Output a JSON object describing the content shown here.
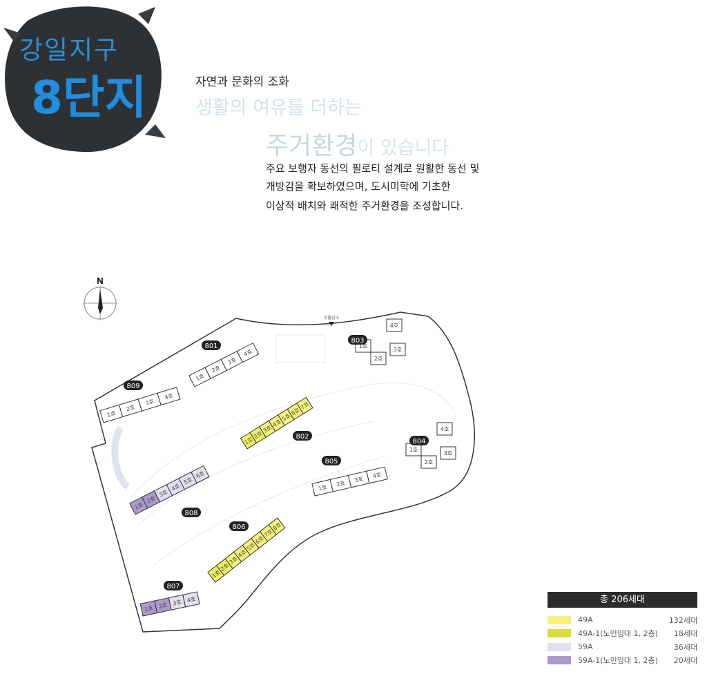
{
  "title": {
    "district": "강일지구",
    "complex": "8단지"
  },
  "headline": {
    "subtitle": "자연과 문화의 조화",
    "line1": "생활의 여유를 더하는",
    "line2_emphasis": "주거환경",
    "line2_rest": "이 있습니다"
  },
  "description": [
    "주요 보행자 동선의 필로티 설계로 원활한 동선 및",
    "개방감을 확보하였으며, 도시미학에 기초한",
    "이상적 배치와 쾌적한 주거환경을 조성합니다."
  ],
  "map": {
    "north": "N",
    "main_entrance": "주출입구",
    "buildings": [
      {
        "id": "809",
        "type": "none",
        "units": [
          "1호",
          "2호",
          "3호",
          "4호"
        ]
      },
      {
        "id": "801",
        "type": "none",
        "units": [
          "1호",
          "2호",
          "3호",
          "4호"
        ]
      },
      {
        "id": "803",
        "type": "none",
        "units": [
          "1호",
          "2호",
          "3호",
          "4호"
        ]
      },
      {
        "id": "802",
        "type": "49A",
        "units": [
          "1호",
          "2호",
          "3호",
          "4호",
          "5호",
          "6호",
          "7호"
        ]
      },
      {
        "id": "804",
        "type": "none",
        "units": [
          "1호",
          "2호",
          "3호",
          "4호"
        ]
      },
      {
        "id": "805",
        "type": "none",
        "units": [
          "1호",
          "2호",
          "3호",
          "4호"
        ]
      },
      {
        "id": "808",
        "type": "59A",
        "units": [
          "1호",
          "2호",
          "3호",
          "4호",
          "5호",
          "6호"
        ]
      },
      {
        "id": "806",
        "type": "49A",
        "units": [
          "1호",
          "2호",
          "3호",
          "4호",
          "5호",
          "6호",
          "7호",
          "8호"
        ]
      },
      {
        "id": "807",
        "type": "59A",
        "units": [
          "1호",
          "2호",
          "3호",
          "4호"
        ]
      }
    ]
  },
  "legend": {
    "total": "총 206세대",
    "items": [
      {
        "label": "49A",
        "count": "132세대",
        "color": "#f6f27a"
      },
      {
        "label": "49A-1(노인임대 1, 2층)",
        "count": "18세대",
        "color": "#d9dc3c"
      },
      {
        "label": "59A",
        "count": "36세대",
        "color": "#e3def0"
      },
      {
        "label": "59A-1(노인임대 1, 2층)",
        "count": "20세대",
        "color": "#a99bcb"
      }
    ]
  }
}
